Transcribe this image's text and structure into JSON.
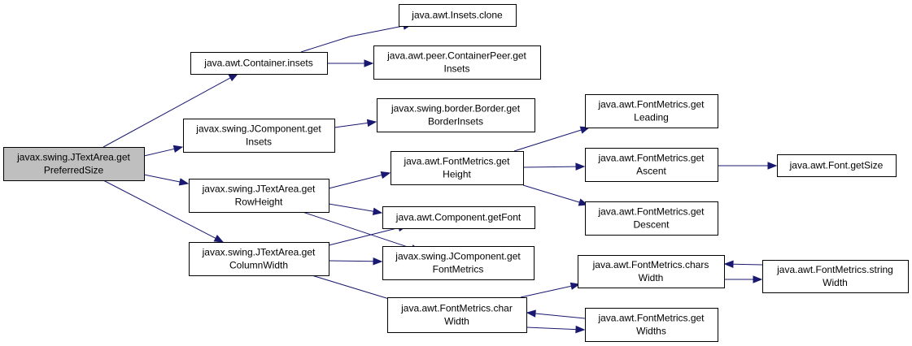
{
  "colors": {
    "edge": "#191970",
    "root_fill": "#bfbfbf",
    "node_fill": "#ffffff",
    "border": "#000000"
  },
  "nodes": {
    "root": [
      "javax.swing.JTextArea.get",
      "PreferredSize"
    ],
    "container_insets": [
      "java.awt.Container.insets"
    ],
    "insets_clone": [
      "java.awt.Insets.clone"
    ],
    "containerpeer_getinsets": [
      "java.awt.peer.ContainerPeer.get",
      "Insets"
    ],
    "jcomponent_getinsets": [
      "javax.swing.JComponent.get",
      "Insets"
    ],
    "border_getborderinsets": [
      "javax.swing.border.Border.get",
      "BorderInsets"
    ],
    "jtextarea_getrowheight": [
      "javax.swing.JTextArea.get",
      "RowHeight"
    ],
    "fm_getheight": [
      "java.awt.FontMetrics.get",
      "Height"
    ],
    "fm_getleading": [
      "java.awt.FontMetrics.get",
      "Leading"
    ],
    "fm_getascent": [
      "java.awt.FontMetrics.get",
      "Ascent"
    ],
    "font_getsize": [
      "java.awt.Font.getSize"
    ],
    "fm_getdescent": [
      "java.awt.FontMetrics.get",
      "Descent"
    ],
    "component_getfont": [
      "java.awt.Component.getFont"
    ],
    "jtextarea_getcolumnwidth": [
      "javax.swing.JTextArea.get",
      "ColumnWidth"
    ],
    "jcomponent_getfontmetrics": [
      "javax.swing.JComponent.get",
      "FontMetrics"
    ],
    "fm_charswidth": [
      "java.awt.FontMetrics.chars",
      "Width"
    ],
    "fm_stringwidth": [
      "java.awt.FontMetrics.string",
      "Width"
    ],
    "fm_charwidth": [
      "java.awt.FontMetrics.char",
      "Width"
    ],
    "fm_getwidths": [
      "java.awt.FontMetrics.get",
      "Widths"
    ]
  }
}
